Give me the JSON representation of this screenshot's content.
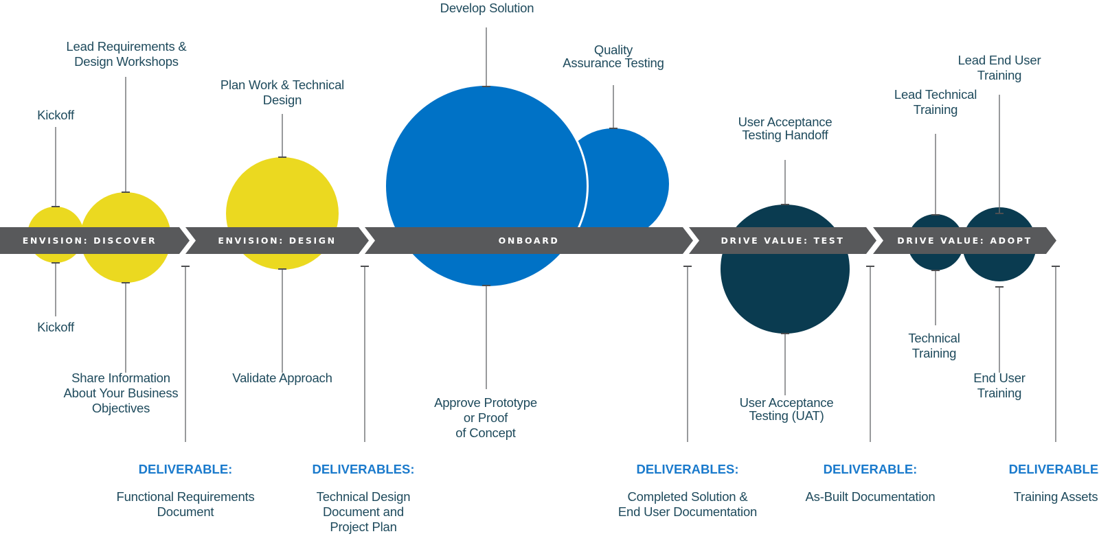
{
  "colors": {
    "envision": "#ebd920",
    "onboard": "#0072c6",
    "drive_value": "#0a3b50",
    "arrow_band": "#58595b",
    "phase_text": "#ffffff",
    "label_text": "#1e4a5c",
    "deliverable_heading": "#1a7acc",
    "connector": "#6d6e71"
  },
  "phases": [
    {
      "id": "envision-discover",
      "label": "ENVISION: DISCOVER"
    },
    {
      "id": "envision-design",
      "label": "ENVISION: DESIGN"
    },
    {
      "id": "onboard",
      "label": "ONBOARD"
    },
    {
      "id": "drive-value-test",
      "label": "DRIVE VALUE: TEST"
    },
    {
      "id": "drive-value-adopt",
      "label": "DRIVE VALUE: ADOPT"
    }
  ],
  "milestones": [
    {
      "id": "kickoff",
      "phase": "envision-discover",
      "group": "envision",
      "top_label": "Kickoff",
      "bottom_label": "Kickoff"
    },
    {
      "id": "requirements",
      "phase": "envision-discover",
      "group": "envision",
      "top_label": "Lead Requirements &\nDesign Workshops",
      "bottom_label": "Share Information\nAbout Your Business\nObjectives"
    },
    {
      "id": "plan-work",
      "phase": "envision-design",
      "group": "envision",
      "top_label": "Plan Work & Technical\nDesign",
      "bottom_label": "Validate Approach"
    },
    {
      "id": "develop",
      "phase": "onboard",
      "group": "onboard",
      "top_label": "Develop  Solution",
      "bottom_label": "Approve Prototype\nor Proof\nof Concept"
    },
    {
      "id": "qa",
      "phase": "onboard",
      "group": "onboard",
      "top_label": "Quality\nAssurance Testing",
      "bottom_label": ""
    },
    {
      "id": "uat",
      "phase": "drive-value-test",
      "group": "drive_value",
      "top_label": "User Acceptance\nTesting Handoff",
      "bottom_label": "User Acceptance\nTesting (UAT)"
    },
    {
      "id": "tech-training",
      "phase": "drive-value-adopt",
      "group": "drive_value",
      "top_label": "Lead Technical\nTraining",
      "bottom_label": "Technical\nTraining"
    },
    {
      "id": "enduser-training",
      "phase": "drive-value-adopt",
      "group": "drive_value",
      "top_label": "Lead End User\nTraining",
      "bottom_label": "End User\nTraining"
    }
  ],
  "deliverables": [
    {
      "phase": "envision-discover",
      "heading": "DELIVERABLE:",
      "text": "Functional Requirements\nDocument"
    },
    {
      "phase": "envision-design",
      "heading": "DELIVERABLES:",
      "text": "Technical Design\nDocument and\nProject Plan"
    },
    {
      "phase": "onboard",
      "heading": "DELIVERABLES:",
      "text": "Completed Solution &\nEnd User Documentation"
    },
    {
      "phase": "drive-value-test",
      "heading": "DELIVERABLE:",
      "text": "As-Built Documentation"
    },
    {
      "phase": "drive-value-adopt",
      "heading": "DELIVERABLE:",
      "text": "Training Assets"
    }
  ]
}
